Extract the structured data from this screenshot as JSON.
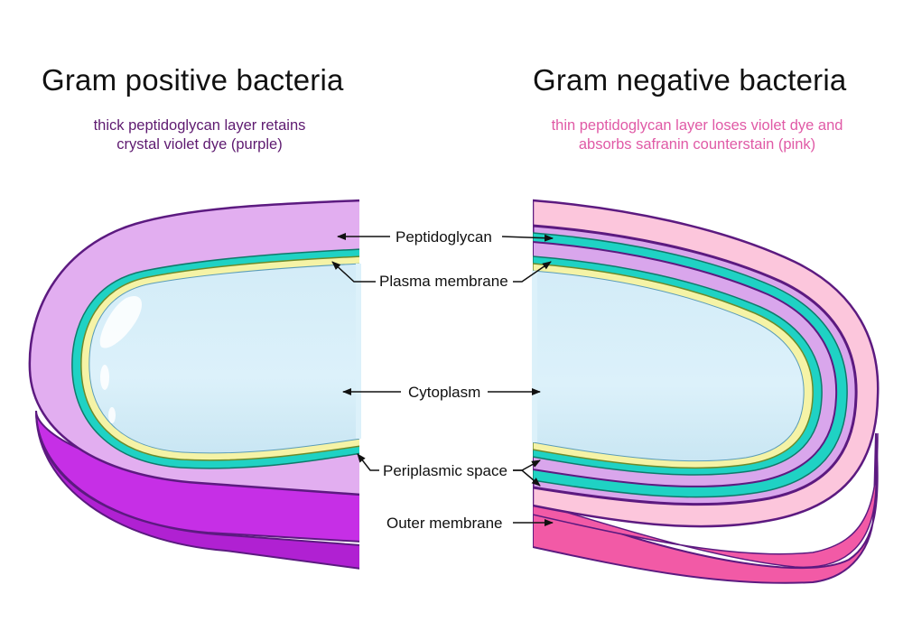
{
  "left": {
    "title": "Gram positive bacteria",
    "subtitle_line1": "thick peptidoglycan layer retains",
    "subtitle_line2": "crystal violet dye (purple)"
  },
  "right": {
    "title": "Gram negative bacteria",
    "subtitle_line1": "thin peptidoglycan layer loses violet dye and",
    "subtitle_line2": "absorbs safranin counterstain (pink)"
  },
  "labels": {
    "peptidoglycan": "Peptidoglycan",
    "plasma_membrane": "Plasma membrane",
    "cytoplasm": "Cytoplasm",
    "periplasmic_space": "Periplasmic space",
    "outer_membrane": "Outer membrane"
  },
  "colors": {
    "gram_positive_wall": "#e2aef0",
    "gram_positive_side": "#c62fe6",
    "gram_negative_outer": "#fcc6dc",
    "gram_negative_side": "#f25aa6",
    "membrane_teal": "#1fd2c4",
    "membrane_yellow": "#f5f3a6",
    "cytoplasm": "#d9eff9",
    "outline_purple": "#5c1a80"
  }
}
